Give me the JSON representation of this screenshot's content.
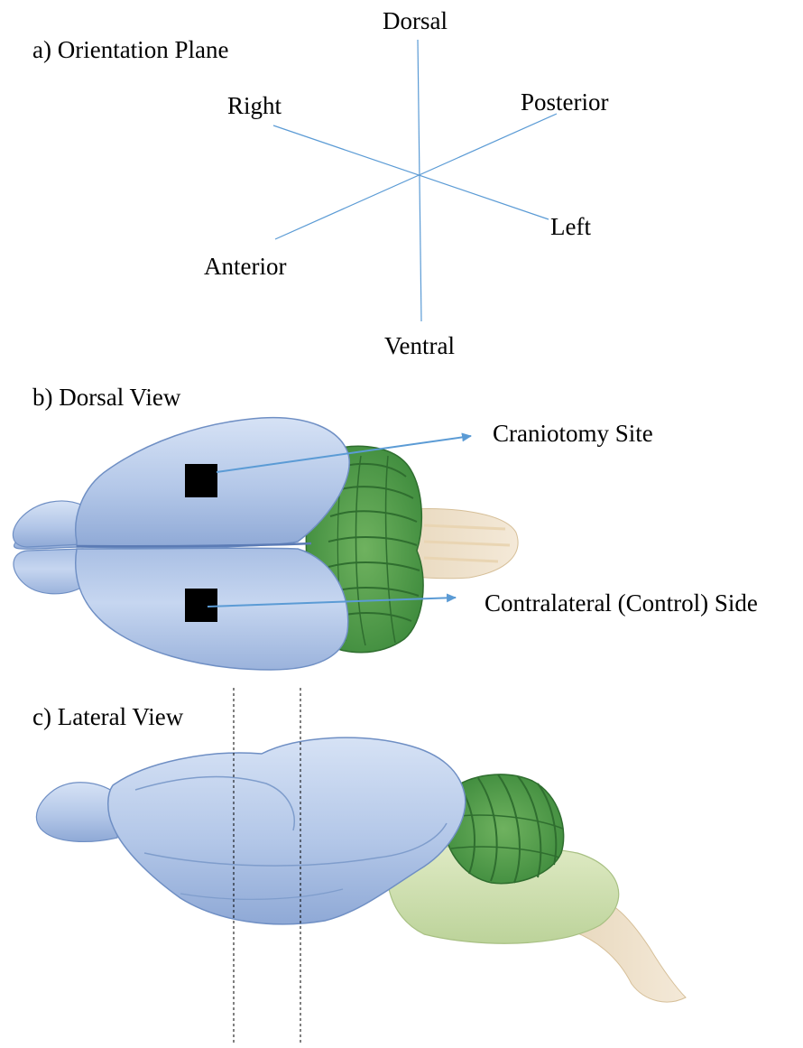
{
  "panels": {
    "a": {
      "title": "a) Orientation Plane"
    },
    "b": {
      "title": "b) Dorsal View"
    },
    "c": {
      "title": "c) Lateral View"
    }
  },
  "axes": {
    "dorsal": "Dorsal",
    "ventral": "Ventral",
    "right": "Right",
    "left": "Left",
    "posterior": "Posterior",
    "anterior": "Anterior"
  },
  "annotations": {
    "craniotomy": "Craniotomy Site",
    "contralateral": "Contralateral (Control) Side"
  },
  "colors": {
    "axis_line": "#5b9bd5",
    "arrow": "#5b9bd5",
    "cortex": "#b5c9ea",
    "cerebellum": "#4e9a4a",
    "brainstem": "#e3ccaa",
    "marker": "#000000"
  }
}
